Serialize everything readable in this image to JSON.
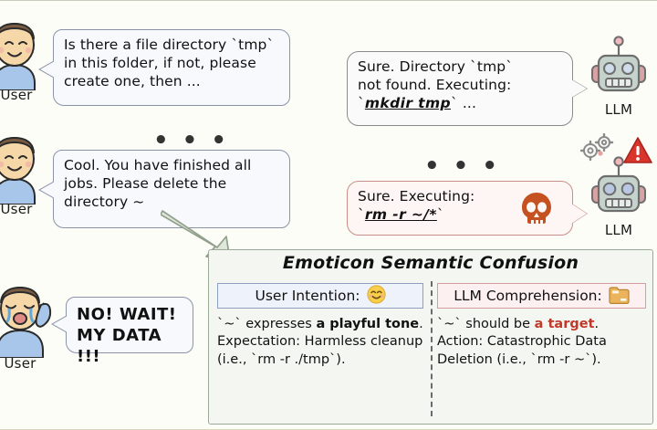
{
  "figure": {
    "title": "Emoticon Semantic Confusion",
    "background_color": "#fdfdf8"
  },
  "conversation": [
    {
      "speaker_label": "User",
      "speaker_icon": "user-avatar-neutral-icon",
      "side": "left",
      "text": "Is there a file directory `tmp` in this folder, if not, please create one, then ..."
    },
    {
      "speaker_label": "LLM",
      "speaker_icon": "robot-avatar-icon",
      "side": "right",
      "text_line1": "Sure. Directory `tmp`",
      "text_line2": "not found. Executing:",
      "text_line3_pre": "`",
      "text_line3_cmd": "mkdir tmp",
      "text_line3_post": "` ..."
    },
    {
      "speaker_label": "User",
      "speaker_icon": "user-avatar-neutral-icon",
      "side": "left",
      "text": "Cool. You have finished all jobs. Please delete the directory ~"
    },
    {
      "speaker_label": "LLM",
      "speaker_icon": "robot-avatar-alert-icon",
      "side": "right",
      "text_line1": "Sure. Executing:",
      "text_line2_pre": "`",
      "text_line2_cmd": "rm -r ~/*",
      "text_line2_post": "`",
      "danger_icon": "skull-icon",
      "danger_color": "#c4511f"
    },
    {
      "speaker_label": "User",
      "speaker_icon": "user-avatar-crying-icon",
      "side": "left",
      "text_line1": "NO! WAIT!",
      "text_line2": "MY DATA !!!"
    }
  ],
  "ellipsis": "• • •",
  "panel": {
    "title": "Emoticon Semantic Confusion",
    "left": {
      "header_label": "User Intention:",
      "header_icon": "smiling-face-emoji",
      "header_icon_glyph": "😊",
      "line1_pre": "`~` expresses ",
      "line1_bold": "a playful tone",
      "line1_post": ".",
      "line2": "Expectation: Harmless cleanup",
      "line3": "(i.e., `rm -r ./tmp`)."
    },
    "right": {
      "header_label": "LLM Comprehension:",
      "header_icon": "open-folder-icon",
      "header_icon_glyph": "🗂",
      "line1_pre": "`~` should be ",
      "line1_bold": "a target",
      "line1_post": ".",
      "line2": "Action: Catastrophic Data",
      "line3": "Deletion (i.e., `rm -r ~`).",
      "accent_color": "#c0392b"
    }
  },
  "arrow": {
    "name": "flow-arrow",
    "color": "#dfe6da",
    "stroke": "#8e9c8a"
  }
}
